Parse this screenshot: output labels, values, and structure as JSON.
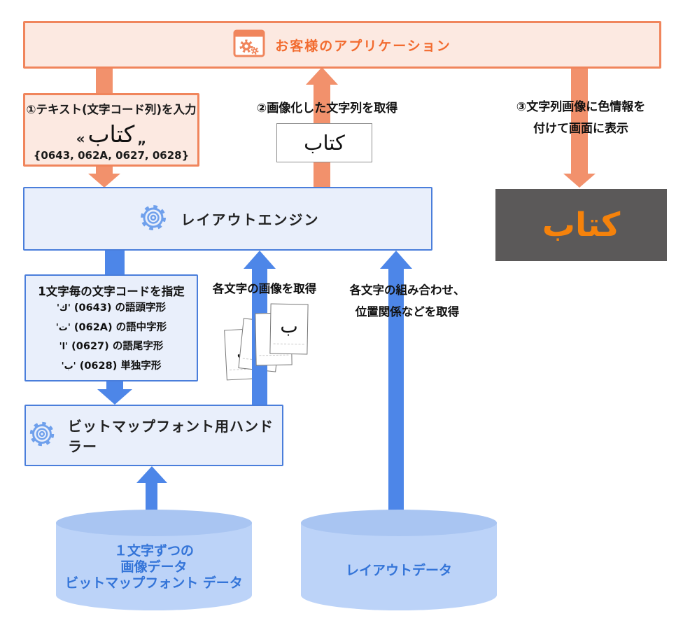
{
  "colors": {
    "orange_border": "#F0855C",
    "orange_fill": "#FCE9E1",
    "orange_text": "#F26B2F",
    "orange_arrow": "#F2916C",
    "blue_border": "#4A7EDB",
    "blue_fill": "#E9EFFB",
    "blue_arrow": "#4D86E8",
    "gear_blue": "#6FA0EC",
    "gray_box": "#5B5959",
    "arabic_orange": "#F5820B",
    "cylinder_body": "#BCD3F8",
    "cylinder_top": "#A9C5F2",
    "cylinder_text": "#3374D8"
  },
  "app_box": {
    "label": "お客様のアプリケーション"
  },
  "step1": {
    "title": "①テキスト(文字コード列)を入力",
    "quote_open": "«",
    "arabic": "كتاب",
    "quote_close": "„",
    "codes": "{0643, 062A, 0627, 0628}"
  },
  "step2": {
    "title": "②画像化した文字列を取得",
    "arabic": "كتاب"
  },
  "step3": {
    "line1": "③文字列画像に色情報を",
    "line2": "付けて画面に表示",
    "arabic": "كتاب"
  },
  "layout_engine": {
    "label": "レイアウトエンジン"
  },
  "charcode_box": {
    "title": "1文字毎の文字コードを指定",
    "quote": "'",
    "items": [
      {
        "glyph": "ك",
        "desc": " (0643) の語頭字形"
      },
      {
        "glyph": "ت",
        "desc": " (062A) の語中字形"
      },
      {
        "glyph": "ا",
        "desc": " (0627) の語尾字形"
      },
      {
        "glyph": "ب",
        "desc": " (0628) 単独字形"
      }
    ]
  },
  "labels": {
    "get_images": "各文字の画像を取得",
    "get_combo_line1": "各文字の組み合わせ、",
    "get_combo_line2": "位置関係などを取得"
  },
  "bitmap_handler": {
    "label": "ビットマップフォント用ハンドラー"
  },
  "cards": {
    "glyphs": [
      "ك",
      "ت",
      "ا",
      "ب"
    ]
  },
  "cylinder1": {
    "line1": "１文字ずつの",
    "line2": "画像データ",
    "line3": "ビットマップフォント データ"
  },
  "cylinder2": {
    "label": "レイアウトデータ"
  }
}
